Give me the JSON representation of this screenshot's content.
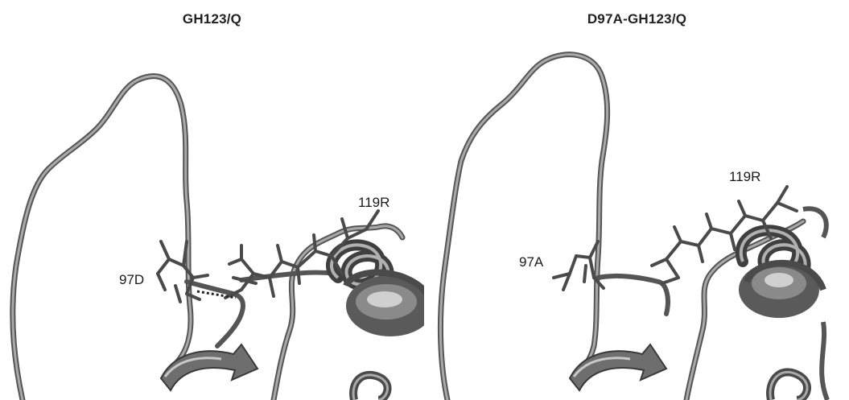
{
  "panels": [
    {
      "title": "GH123/Q",
      "labels": {
        "residue_a": "97D",
        "residue_b": "119R"
      },
      "hydrogen_bond_shown": true
    },
    {
      "title": "D97A-GH123/Q",
      "labels": {
        "residue_a": "97A",
        "residue_b": "119R"
      },
      "hydrogen_bond_shown": false
    }
  ],
  "colors": {
    "ribbon": "#7a7a7a",
    "ribbon_dark": "#3f3f3f",
    "sticks": "#4a4a4a",
    "hbond": "#222222"
  }
}
